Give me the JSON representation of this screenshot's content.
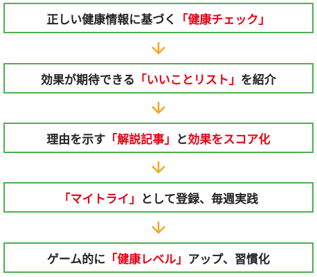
{
  "accent_colors": {
    "border": "#4caf50",
    "highlight": "#e60012",
    "arrow": "#f5a623",
    "text": "#222222"
  },
  "steps": [
    {
      "pre": "正しい健康情報に基づく",
      "highlight": "「健康チェック」",
      "post": "",
      "highlight2": ""
    },
    {
      "pre": "効果が期待できる",
      "highlight": "「いいことリスト」",
      "post": "を紹介",
      "highlight2": ""
    },
    {
      "pre": "理由を示す",
      "highlight": "「解説記事」",
      "post": "と",
      "highlight2": "効果をスコア化"
    },
    {
      "pre": "",
      "highlight": "「マイトライ」",
      "post": "として登録、毎週実践",
      "highlight2": ""
    },
    {
      "pre": "ゲーム的に",
      "highlight": "「健康レベル」",
      "post": "アップ、習慣化",
      "highlight2": ""
    }
  ],
  "arrow_icon": "chevron-down-icon"
}
